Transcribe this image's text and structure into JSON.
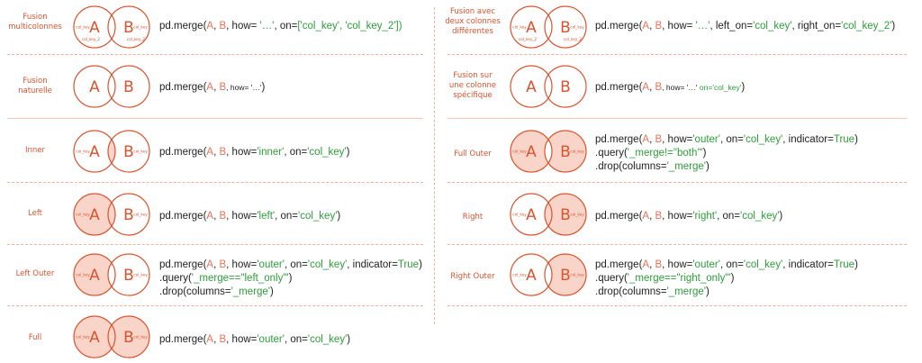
{
  "theme": {
    "accent": "#d9532f",
    "fill": "#f9d4c8",
    "key_green": "#2e9d3b"
  },
  "venn_text": {
    "a": "A",
    "b": "B",
    "key": "col_key",
    "key2": "col_key_2"
  },
  "rows": {
    "multi": {
      "label": "Fusion\nmulticolonnes",
      "fill": "none"
    },
    "natural": {
      "label": "Fusion\nnaturelle",
      "fill": "none"
    },
    "inner": {
      "label": "Inner",
      "fill": "intersection"
    },
    "left": {
      "label": "Left",
      "fill": "left"
    },
    "leftouter": {
      "label": "Left Outer",
      "fill": "left_only"
    },
    "full": {
      "label": "Full",
      "fill": "all"
    },
    "diffcols": {
      "label": "Fusion avec\ndeux colonnes\ndifférentes",
      "fill": "none"
    },
    "single": {
      "label": "Fusion sur\nune colonne\nspécifique",
      "fill": "none"
    },
    "fullouter": {
      "label": "Full Outer",
      "fill": "both_only"
    },
    "right": {
      "label": "Right",
      "fill": "right"
    },
    "rightouter": {
      "label": "Right Outer",
      "fill": "right_only"
    }
  },
  "code": {
    "fn": "pd.merge(",
    "a": "A",
    "comma": ", ",
    "b": "B",
    "how_eq": ", how=",
    "how_ellipsis": " '…'",
    "on_eq": ", on=",
    "on_list": "['col_key', 'col_key_2'])",
    "close": ")",
    "how_sm": ", how= '…'",
    "on_sm": " on='col_key'",
    "inner": "'inner'",
    "left": "'left'",
    "right": "'right'",
    "outer": "'outer'",
    "col_key": "'col_key'",
    "left_on_eq": ", left_on=",
    "right_on_eq": ", right_on=",
    "col_key_2": "'col_key_2'",
    "indicator_eq": ", indicator=",
    "true": "True",
    "query_open": ".query(",
    "both": "'_merge!=\"both\"'",
    "left_only": "'_merge==\"left_only\"'",
    "right_only": "'_merge==\"right_only\"'",
    "drop_open": ".drop(columns=",
    "merge_col": "'_merge'"
  }
}
